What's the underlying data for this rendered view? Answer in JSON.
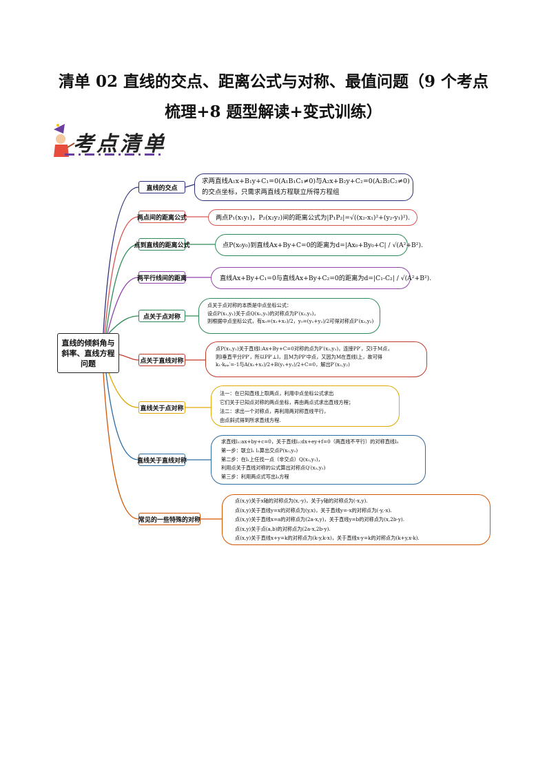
{
  "header": {
    "title_line1": "清单 02  直线的交点、距离公式与对称、最值问题（9 个考点",
    "title_line2": "梳理+8 题型解读+变式训练）"
  },
  "banner": {
    "label": "考点清单"
  },
  "mindmap": {
    "root": "直线的倾斜角与斜率、直线方程问题",
    "branches": [
      {
        "label": "直线的交点",
        "color": "#2b2f7a",
        "lines": [
          "求两直线A₁x+B₁y+C₁=0(A₁B₁C₁≠0)与A₂x+B₂y+C₂=0(A₂B₂C₂≠0)",
          "的交点坐标，只需求两直线方程联立所得方程组"
        ]
      },
      {
        "label": "两点间的距离公式",
        "color": "#d9534f",
        "lines": [
          "两点P₁(x₁y₁)，P₂(x₂y₂)间的距离公式为|P₁P₂|=√((x₂-x₁)²+(y₂-y₁)²)."
        ]
      },
      {
        "label": "点到直线的距离公式",
        "color": "#2e8b57",
        "lines": [
          "点P(x₀y₀)到直线Ax+By+C=0的距离为d=|Ax₀+By₀+C| / √(A²+B²)."
        ]
      },
      {
        "label": "两平行线间的距离",
        "color": "#8e44ad",
        "lines": [
          "直线Ax+By+C₁=0与直线Ax+By+C₂=0的距离为d=|C₁-C₂| / √(A²+B²)."
        ]
      },
      {
        "label": "点关于点对称",
        "color": "#2e8b57",
        "lines": [
          "点关于点对称的本质是中点坐标公式：",
          "设点P(x₁,y₁)关于点Q(x₀,y₀)的对称点为P′(x₂,y₂)，",
          "则根据中点坐标公式，有x₀=(x₁+x₂)/2，y₀=(y₁+y₂)/2可得对称点P′(x₂,y₂)"
        ]
      },
      {
        "label": "点关于直线对称",
        "color": "#c0392b",
        "lines": [
          "点P(x₁,y₁)关于直线l:Ax+By+C=0对称的点为P′(x₂,y₂)，连接PP′，交l于M点，",
          "则l垂直平分PP′，所以PP′⊥l，且M为PP′中点，又因为M在直线l上，故可得",
          "k₁·kₚₚ′=-1与A(x₁+x₂)/2+B(y₁+y₂)/2+C=0，解出P′(x₂,y₂)"
        ]
      },
      {
        "label": "直线关于点对称",
        "color": "#e0a800",
        "lines": [
          "法一：在已知直线上取两点，利用中点坐标公式求出",
          "它们关于已知点对称的两点坐标，再由两点式求出直线方程；",
          "法二：求出一个对称点，再利用两对称直线平行，",
          "由点斜式得到所求直线方程."
        ]
      },
      {
        "label": "直线关于直线对称",
        "color": "#2e6da4",
        "lines": [
          "求直线l₁:ax+by+c=0，关于直线l₂:dx+ey+f=0（两直线不平行）的对称直线l₃",
          "第一步：联立l₁ l₂算出交点P(x₀,y₀)",
          "第二步：在l₁上任找一点（非交点）Q(x₁,y₁)，",
          "利用点关于直线对称的公式算出对称点Q′(x₂,y₂)",
          "第三步：利用两点式写出l₃方程"
        ]
      },
      {
        "label": "常见的一些特殊的对称",
        "color": "#d35400",
        "lines": [
          "点(x,y)关于x轴的对称点为(x,-y)，关于y轴的对称点为(-x,y).",
          "点(x,y)关于直线y=x的对称点为(y,x)，关于直线y=-x的对称点为(-y,-x).",
          "点(x,y)关于直线x=a的对称点为(2a-x,y)，关于直线y=b的对称点为(x,2b-y).",
          "点(x,y)关于点(a,b)的对称点为(2a-x,2b-y).",
          "点(x,y)关于直线x+y=k的对称点为(k-y,k-x)，关于直线x-y=k的对称点为(k+y,x-k)."
        ]
      }
    ]
  }
}
